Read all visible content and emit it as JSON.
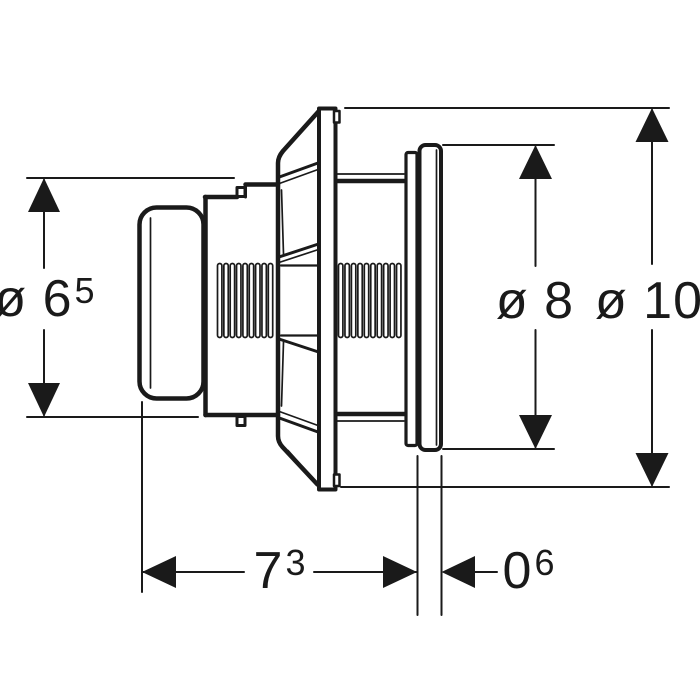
{
  "drawing": {
    "title": "flush-actuator-side-view",
    "colors": {
      "ink": "#1a1a1a",
      "paper": "#ffffff"
    },
    "dimensions": {
      "diameter_button": {
        "text": "ø 6",
        "sup": "5"
      },
      "diameter_nut": {
        "text": "ø 8",
        "sup": ""
      },
      "diameter_flange": {
        "text": "ø 10",
        "sup": ""
      },
      "length_body": {
        "text": "7",
        "sup": "3"
      },
      "thickness_nut": {
        "text": "0",
        "sup": "6"
      }
    }
  }
}
